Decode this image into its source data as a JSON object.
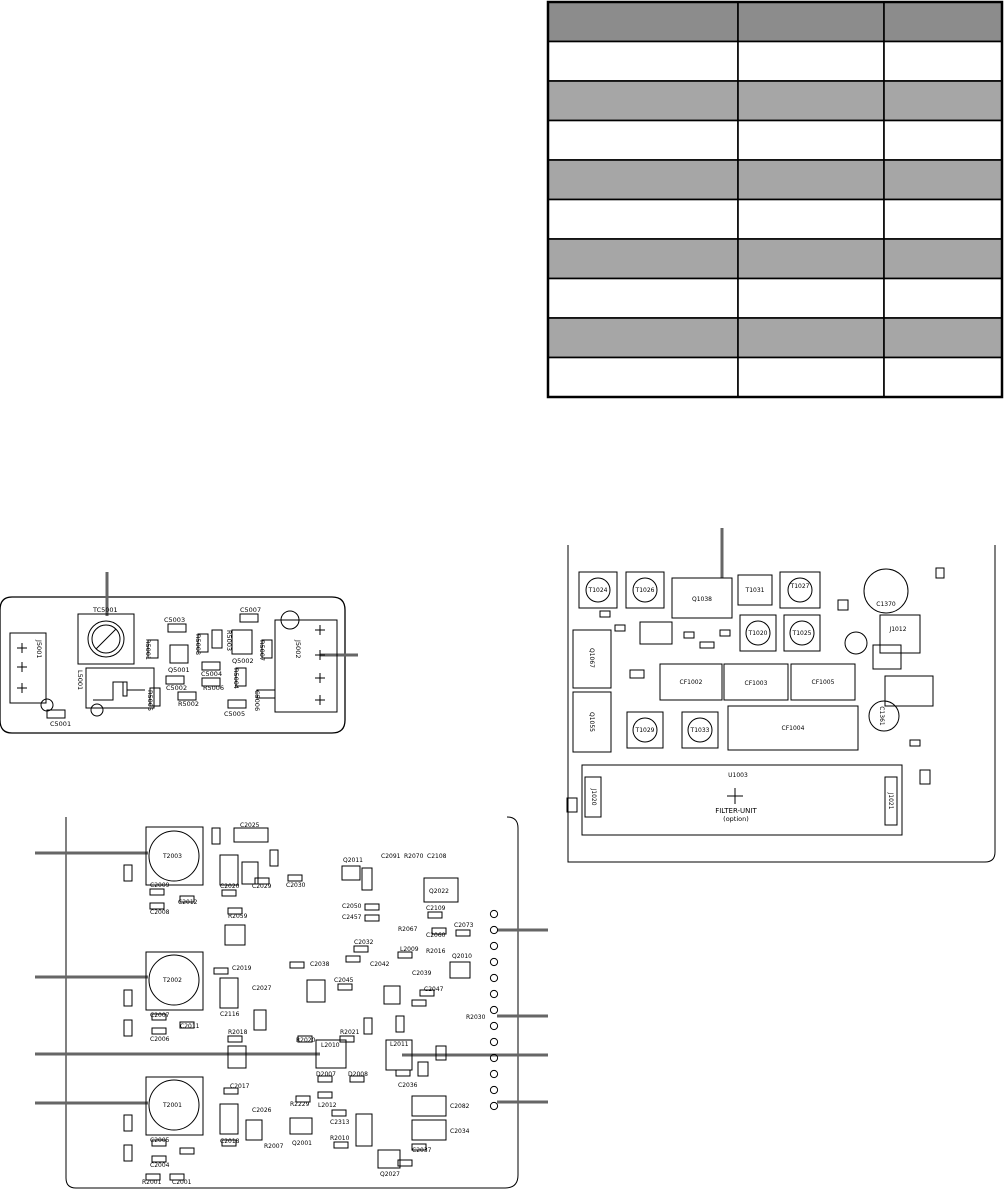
{
  "table": {
    "rows": 10,
    "columns": 3,
    "header_fill": "#8c8c8c",
    "shade_fill": "#a6a6a6",
    "plain_fill": "#ffffff",
    "cells": [
      [
        "",
        "",
        ""
      ],
      [
        "",
        "",
        ""
      ],
      [
        "",
        "",
        ""
      ],
      [
        "",
        "",
        ""
      ],
      [
        "",
        "",
        ""
      ],
      [
        "",
        "",
        ""
      ],
      [
        "",
        "",
        ""
      ],
      [
        "",
        "",
        ""
      ],
      [
        "",
        "",
        ""
      ],
      [
        "",
        "",
        ""
      ]
    ]
  },
  "board_small": {
    "labels": {
      "tc": "TC5001",
      "c5003": "C5003",
      "c5007": "C5007",
      "j5001": "J5001",
      "j5002": "J5002",
      "q5001": "Q5001",
      "q5002": "Q5002",
      "c5002": "C5002",
      "c5004": "C5004",
      "r5006": "R5006",
      "r5002": "R5002",
      "c5005": "C5005",
      "c5006": "C5006",
      "c5001": "C5001",
      "l5001": "L5001",
      "r5003": "R5003",
      "r5004": "R5004",
      "r5005": "R5005",
      "r5007": "R5007",
      "r5001": "R5001",
      "r5008": "R5008"
    }
  },
  "board_right": {
    "labels": {
      "t1024": "T1024",
      "t1026": "T1026",
      "q1038": "Q1038",
      "t1031": "T1031",
      "t1027": "T1027",
      "c1370": "C1370",
      "t1020": "T1020",
      "t1025": "T1025",
      "j1012": "J1012",
      "q1067": "Q1067",
      "cf1002": "CF1002",
      "cf1003": "CF1003",
      "cf1005": "CF1005",
      "q1055": "Q1055",
      "t1029": "T1029",
      "t1033": "T1033",
      "cf1004": "CF1004",
      "c1361": "C1361",
      "u1003": "U1003",
      "filter1": "FILTER-UNIT",
      "filter2": "(option)",
      "j1020": "J1020",
      "j1021": "J1021"
    }
  },
  "board_bottom": {
    "labels": {
      "t2003": "T2003",
      "t2002": "T2002",
      "t2001": "T2001",
      "c2025": "C2025",
      "q2011": "Q2011",
      "c2091": "C2091",
      "r2070": "R2070",
      "c2108": "C2108",
      "q2022": "Q2022",
      "c2009": "C2009",
      "c2020": "C2020",
      "c2012": "C2012",
      "c2029": "C2029",
      "c2030": "C2030",
      "c2008": "C2008",
      "r2059": "R2059",
      "c2050": "C2050",
      "c2457": "C2457",
      "c2109": "C2109",
      "c2073": "C2073",
      "r2067": "R2067",
      "c2060": "C2060",
      "c2019": "C2019",
      "c2038": "C2038",
      "c2042": "C2042",
      "l2009": "L2009",
      "r2016": "R2016",
      "q2010": "Q2010",
      "c2032": "C2032",
      "c2039": "C2039",
      "c2045": "C2045",
      "c2027": "C2027",
      "c2047": "C2047",
      "c2007": "C2007",
      "c2011": "C2011",
      "c2006": "C2006",
      "r2018": "R2018",
      "r2021": "R2021",
      "r2020": "R2020",
      "r2030": "R2030",
      "l2010": "L2010",
      "q2005": "Q2005",
      "l2011": "L2011",
      "d2007": "D2007",
      "d2008": "D2008",
      "l2012": "L2012",
      "r2229": "R2229",
      "c2017": "C2017",
      "c2026": "C2026",
      "c2036": "C2036",
      "c2082": "C2082",
      "c2313": "C2313",
      "c2034": "C2034",
      "c2005": "C2005",
      "c2018": "C2018",
      "q2001": "Q2001",
      "r2007": "R2007",
      "c2037": "C2037",
      "r2010": "R2010",
      "c2004": "C2004",
      "c2001": "C2001",
      "q2027": "Q2027",
      "r2001": "R2001",
      "c2116": "C2116"
    }
  }
}
